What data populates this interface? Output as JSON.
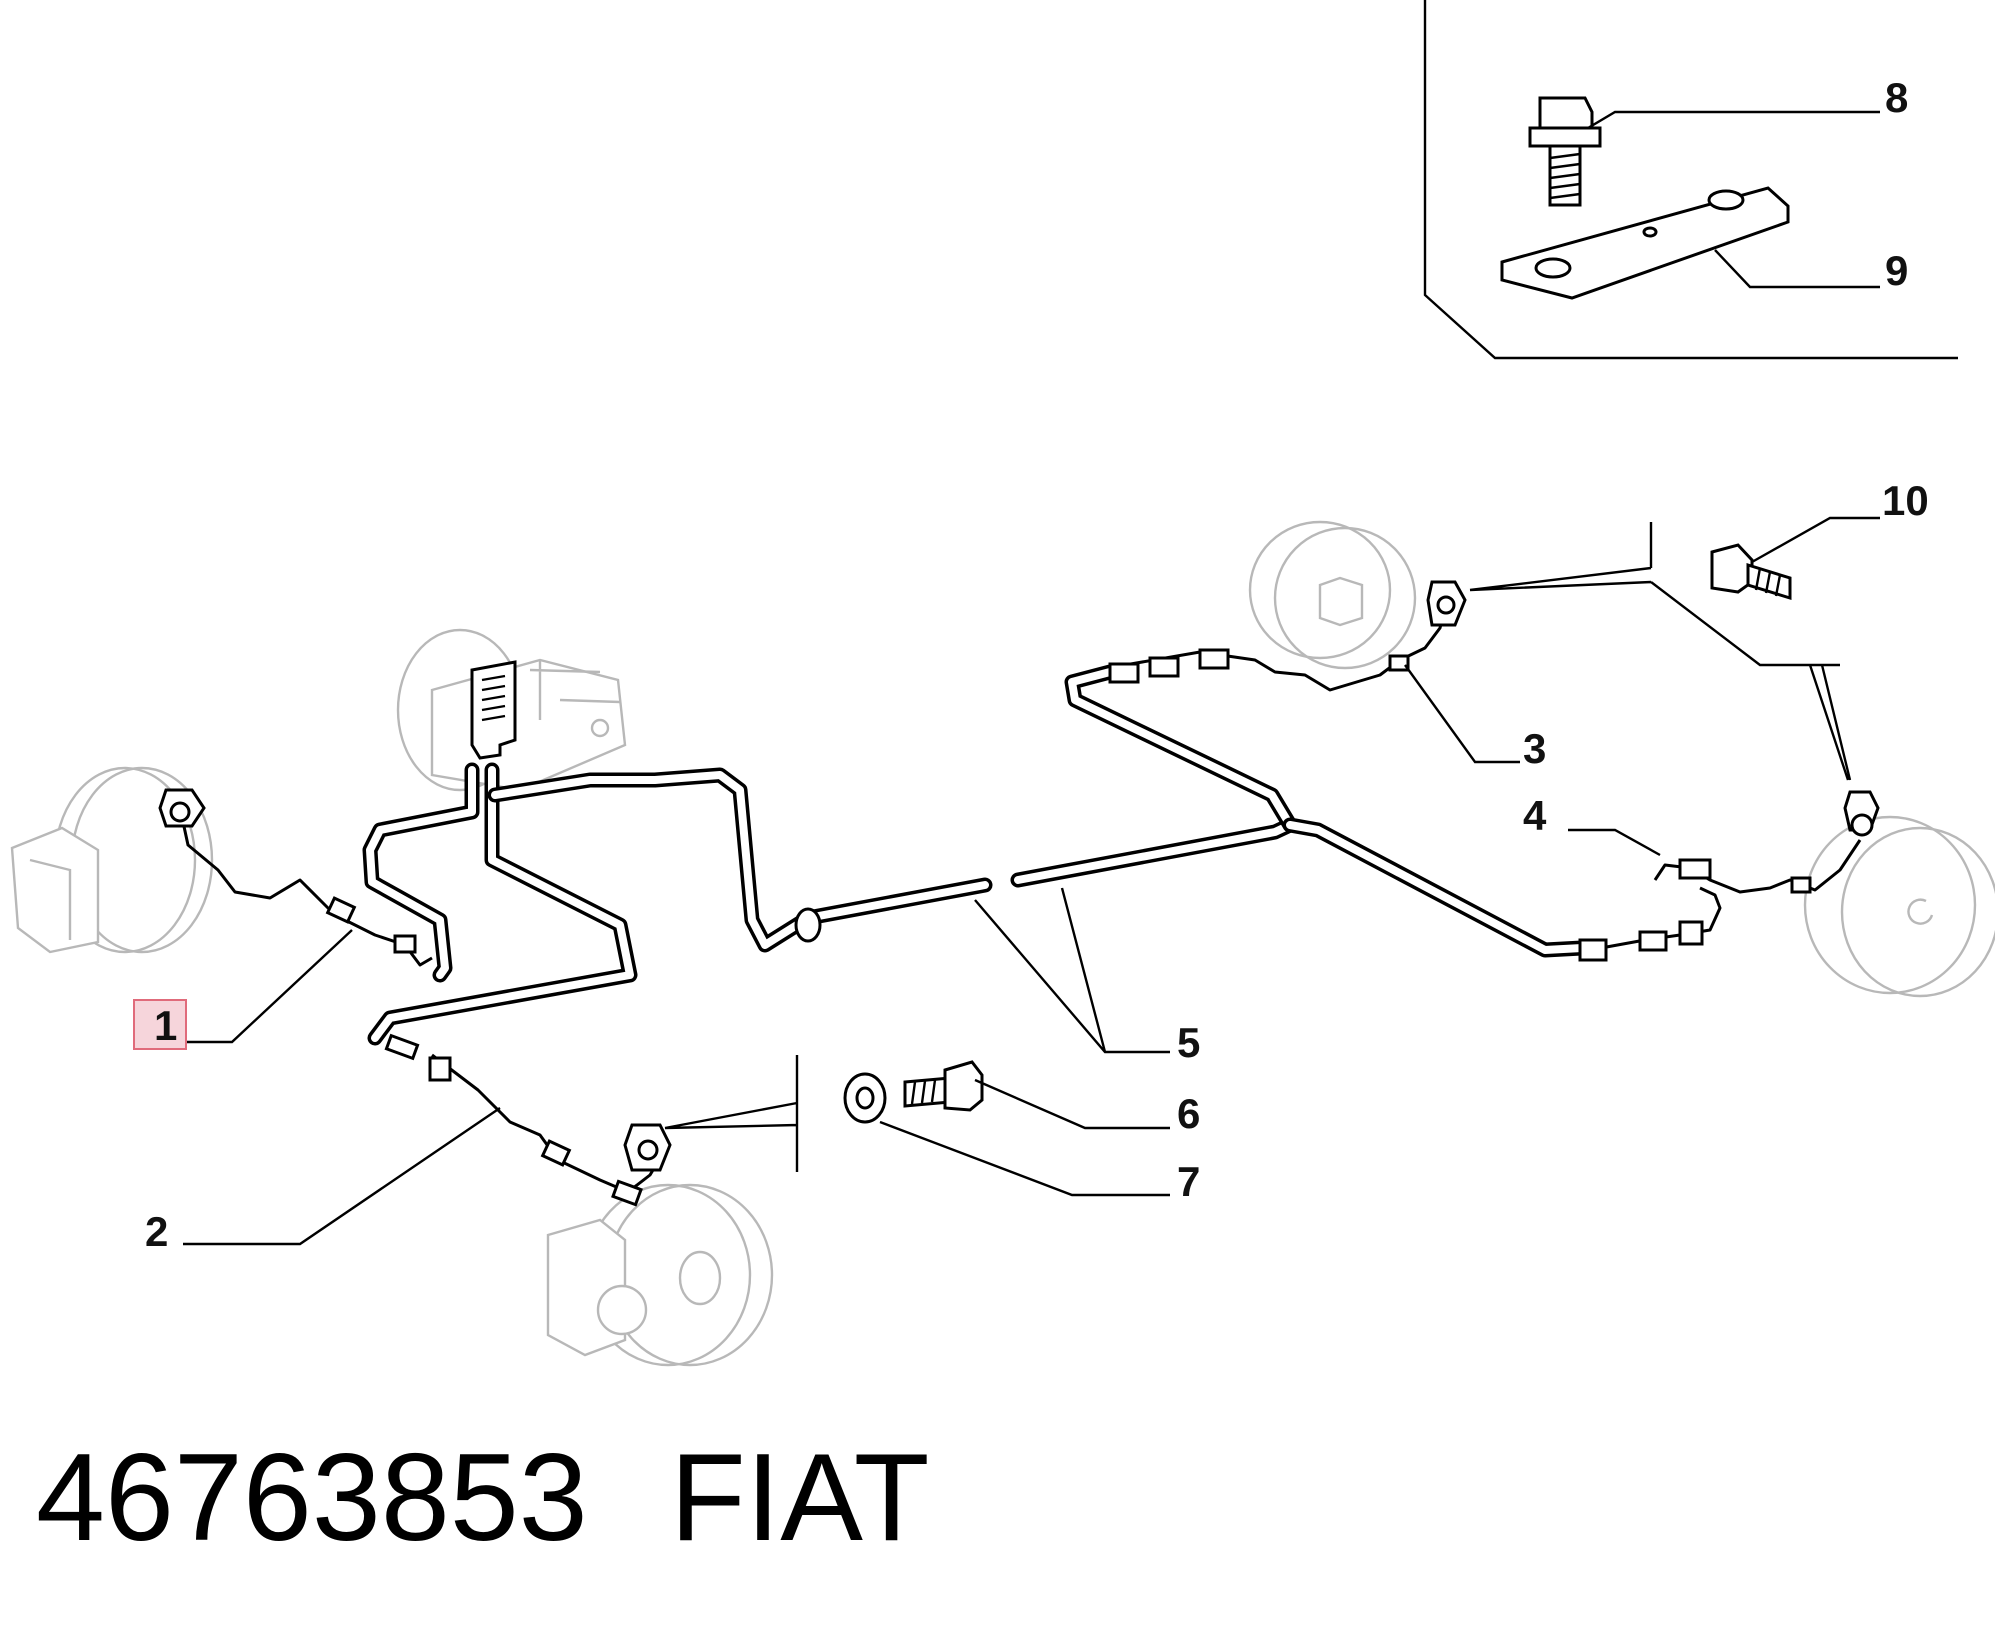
{
  "callouts": {
    "c1": "1",
    "c2": "2",
    "c3": "3",
    "c4": "4",
    "c5": "5",
    "c6": "6",
    "c7": "7",
    "c8": "8",
    "c9": "9",
    "c10": "10"
  },
  "caption": {
    "part_number": "46763853",
    "brand": "FIAT"
  },
  "highlight": {
    "callout": "1",
    "fill": "#f6d5db",
    "border": "#e06b7b"
  }
}
